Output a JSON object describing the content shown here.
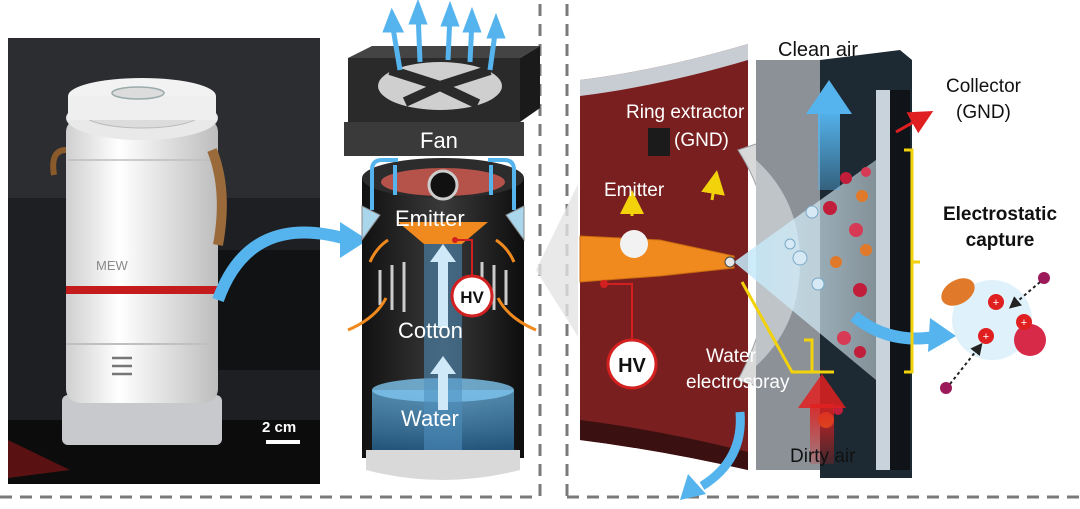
{
  "panel_left": {
    "brand": "MEW",
    "scale_bar": "2 cm"
  },
  "panel_middle": {
    "fan": "Fan",
    "emitter": "Emitter",
    "hv": "HV",
    "cotton": "Cotton",
    "water": "Water"
  },
  "panel_right": {
    "clean_air": "Clean air",
    "collector_line1": "Collector",
    "collector_line2": "(GND)",
    "ring_line1": "Ring extractor",
    "ring_line2": "(GND)",
    "emitter": "Emitter",
    "capture_line1": "Electrostatic",
    "capture_line2": "capture",
    "hv": "HV",
    "water_line1": "Water",
    "water_line2": "electrospray",
    "dirty_air": "Dirty air"
  },
  "colors": {
    "arrow_blue": "#55b4ee",
    "arrow_red": "#e02020",
    "yellow": "#f2d20a",
    "orange": "#f08a1e",
    "chamber_red": "#7a1f1f",
    "frame_dash": "#7a7a7a"
  }
}
